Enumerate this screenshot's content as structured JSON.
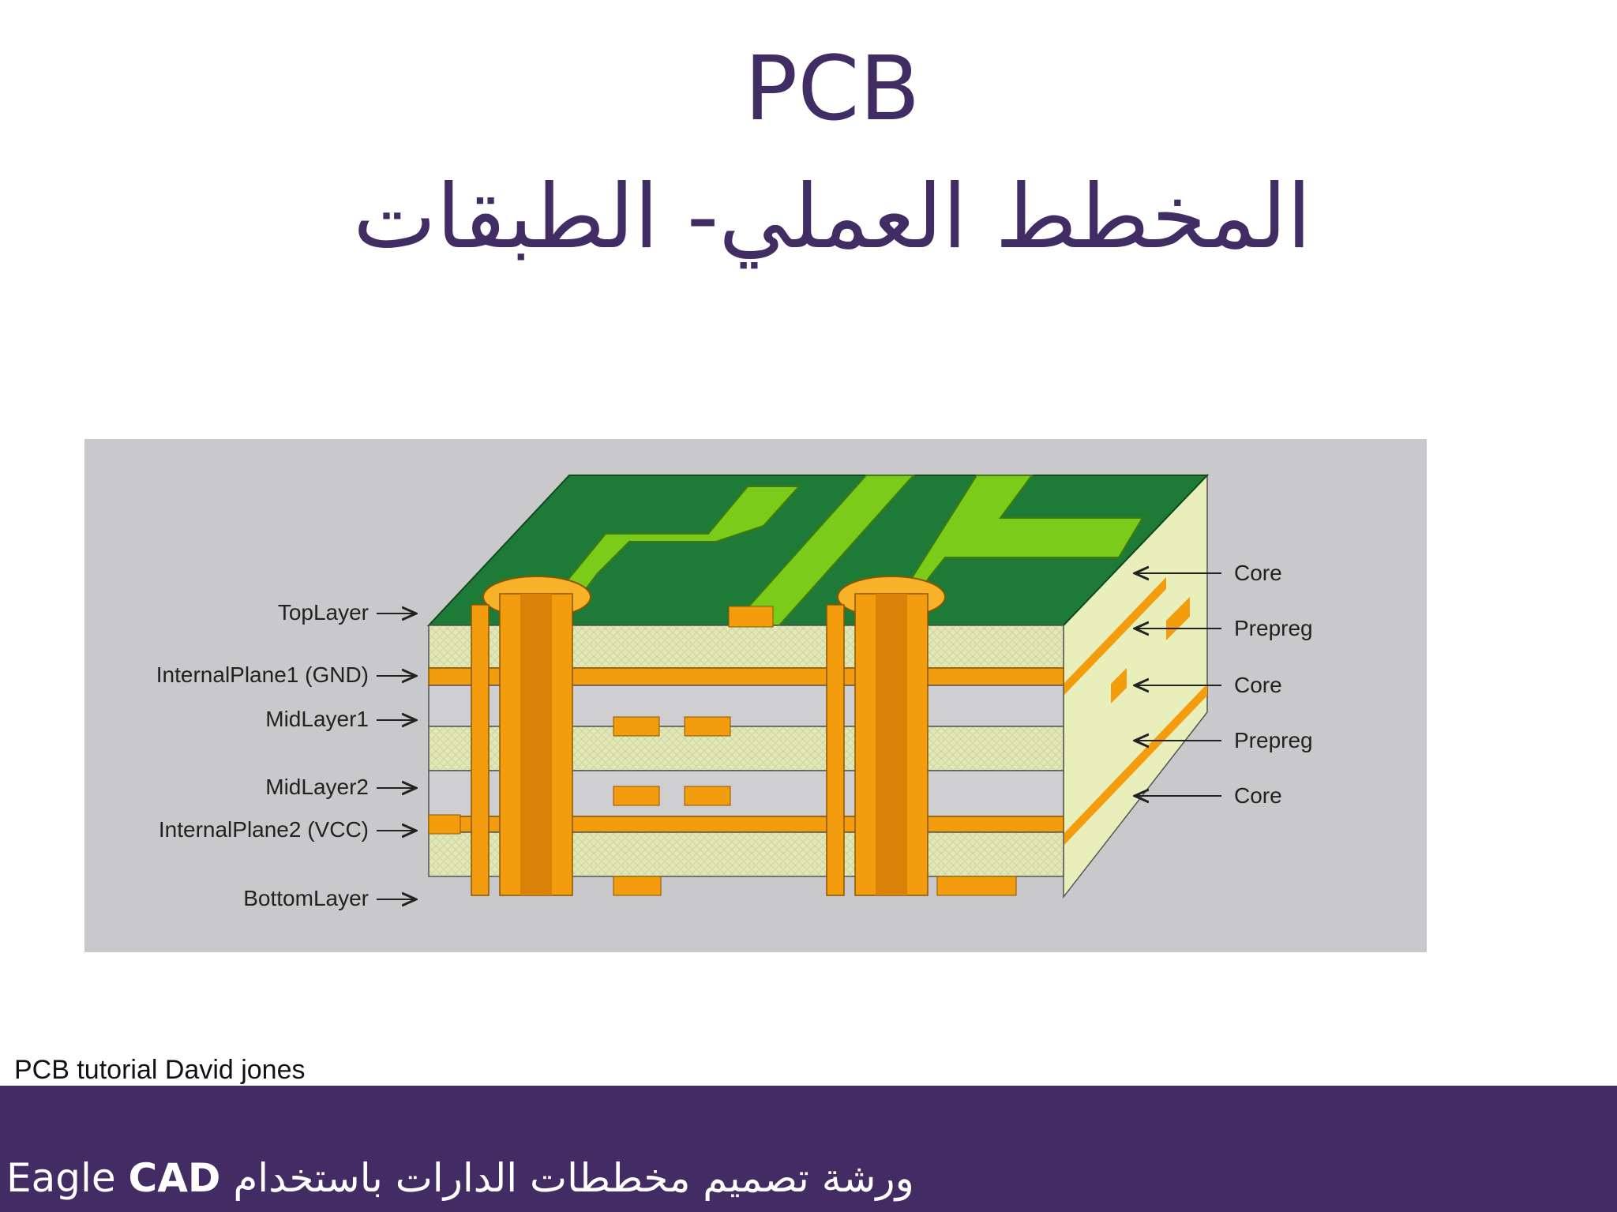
{
  "slide": {
    "title_en": "PCB",
    "title_ar": "المخطط العملي- الطبقات",
    "credit": "PCB tutorial David jones",
    "footer": {
      "prefix": "Eagle ",
      "bold": "CAD",
      "suffix": " ورشة تصميم مخططات الدارات باستخدام"
    }
  },
  "figure": {
    "left_labels": [
      "TopLayer",
      "InternalPlane1 (GND)",
      "MidLayer1",
      "MidLayer2",
      "InternalPlane2 (VCC)",
      "BottomLayer"
    ],
    "right_labels": [
      "Core",
      "Prepreg",
      "Core",
      "Prepreg",
      "Core"
    ],
    "colors": {
      "background": "#c9c8ca",
      "board_top": "#1e7b37",
      "trace": "#7acb1a",
      "copper": "#f39c0e",
      "core": "#e4eab4",
      "side": "#e9efba"
    }
  }
}
